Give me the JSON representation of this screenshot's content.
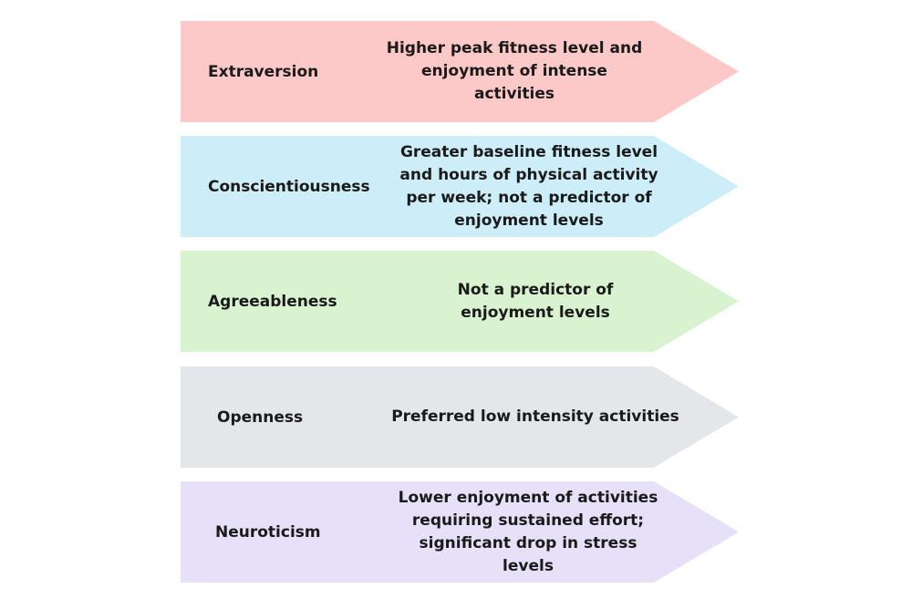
{
  "rows": [
    {
      "trait": "Extraversion",
      "description": "Higher peak fitness level and enjoyment of intense activities",
      "color": "#fdc8c8"
    },
    {
      "trait": "Conscientiousness",
      "description": "Greater baseline fitness level and hours of physical activity per week; not a predictor of enjoyment levels",
      "color": "#cdeef9"
    },
    {
      "trait": "Agreeableness",
      "description": "Not a predictor of enjoyment levels",
      "color": "#d9f2d0"
    },
    {
      "trait": "Openness",
      "description": "Preferred low intensity activities",
      "color": "#e4e7ea"
    },
    {
      "trait": "Neuroticism",
      "description": "Lower enjoyment of activities requiring sustained effort; significant drop in stress levels",
      "color": "#e6e0f8"
    }
  ]
}
